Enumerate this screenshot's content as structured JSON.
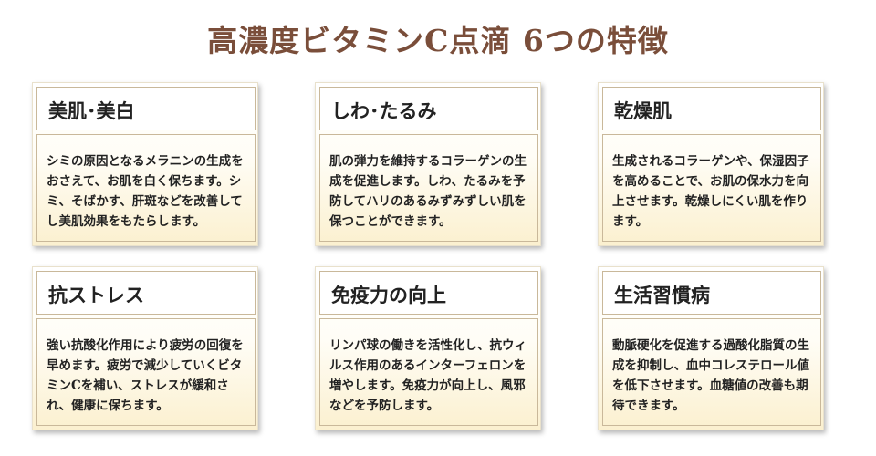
{
  "page": {
    "title": "高濃度ビタミンC点滴 6つの特徴"
  },
  "cards": [
    {
      "heading": "美肌･美白",
      "text": "シミの原因となるメラニンの生成をおさえて、お肌を白く保ちます。シミ、そばかす、肝斑などを改善してし美肌効果をもたらします。"
    },
    {
      "heading": "しわ･たるみ",
      "text": "肌の弾力を維持するコラーゲンの生成を促進します。しわ、たるみを予防してハリのあるみずみずしい肌を保つことができます。"
    },
    {
      "heading": "乾燥肌",
      "text": "生成されるコラーゲンや、保湿因子を高めることで、お肌の保水力を向上させます。乾燥しにくい肌を作ります。"
    },
    {
      "heading": "抗ストレス",
      "text": "強い抗酸化作用により疲労の回復を早めます。疲労で減少していくビタミンCを補い、ストレスが緩和され、健康に保ちます。"
    },
    {
      "heading": "免疫力の向上",
      "text": "リンパ球の働きを活性化し、抗ウィルス作用のあるインターフェロンを増やします。免疫力が向上し、風邪などを予防します。"
    },
    {
      "heading": "生活習慣病",
      "text": "動脈硬化を促進する過酸化脂質の生成を抑制し、血中コレステロール値を低下させます。血糖値の改善も期待できます。"
    }
  ]
}
